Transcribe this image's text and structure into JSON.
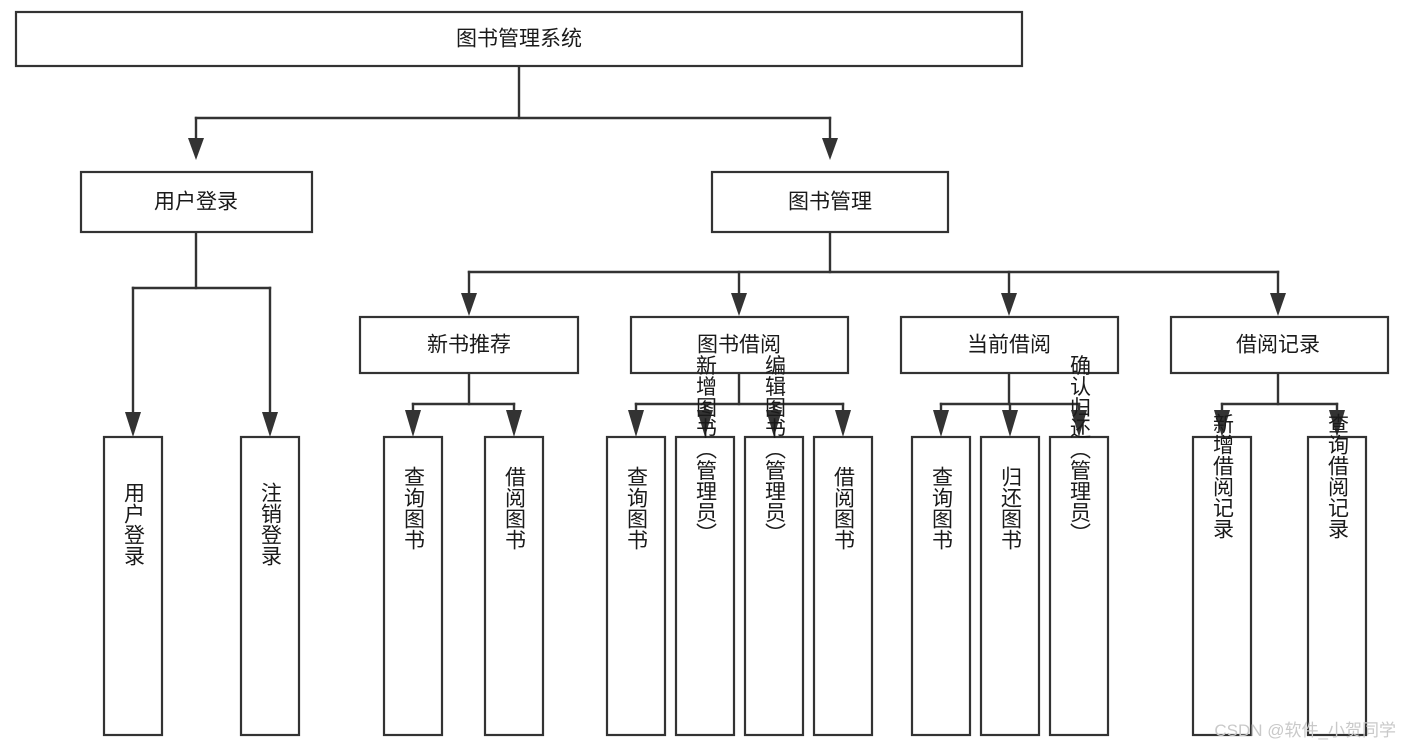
{
  "diagram": {
    "title": "图书管理系统",
    "type": "tree-hierarchy-chart",
    "colors": {
      "background": "#ffffff",
      "box_stroke": "#333333",
      "connector": "#333333",
      "text": "#1a1a1a",
      "watermark": "#c9c9c9"
    },
    "root": {
      "label": "图书管理系统"
    },
    "level2": [
      {
        "label": "用户登录"
      },
      {
        "label": "图书管理"
      }
    ],
    "level3": [
      {
        "label": "新书推荐"
      },
      {
        "label": "图书借阅"
      },
      {
        "label": "当前借阅"
      },
      {
        "label": "借阅记录"
      }
    ],
    "leaves": {
      "user_login": [
        {
          "label": "用户登录"
        },
        {
          "label": "注销登录"
        }
      ],
      "new_book_recommend": [
        {
          "label": "查询图书"
        },
        {
          "label": "借阅图书"
        }
      ],
      "book_borrow": [
        {
          "label": "查询图书"
        },
        {
          "label": "新增图书（管理员）"
        },
        {
          "label": "编辑图书（管理员）"
        },
        {
          "label": "借阅图书"
        }
      ],
      "current_borrow": [
        {
          "label": "查询图书"
        },
        {
          "label": "归还图书"
        },
        {
          "label": "确认归还（管理员）"
        }
      ],
      "borrow_record": [
        {
          "label": "新增借阅记录"
        },
        {
          "label": "查询借阅记录"
        }
      ]
    },
    "watermark": {
      "label": "CSDN @软件_小贺同学"
    }
  }
}
